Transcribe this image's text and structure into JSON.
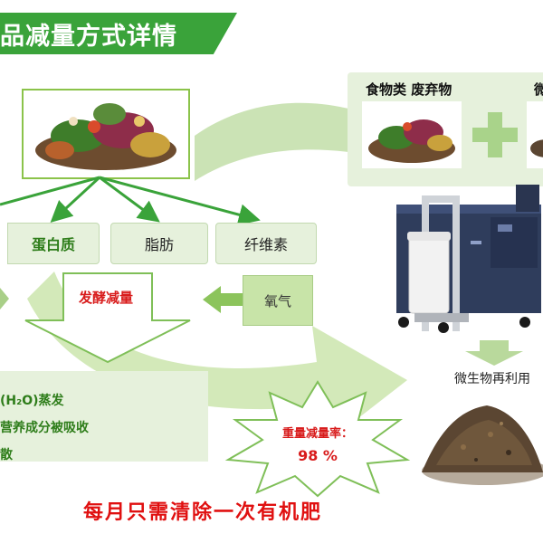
{
  "title": "品减量方式详情",
  "components": {
    "protein": "蛋白质",
    "fat": "脂肪",
    "fiber": "纤维素"
  },
  "process": {
    "fermentation": "发酵减量",
    "oxygen": "氧气"
  },
  "results": [
    "(H₂O)蒸发",
    "营养成分被吸收",
    "散"
  ],
  "reduction": {
    "label": "重量减量率：",
    "value": "98 %"
  },
  "bottom_caption": "每月只需清除一次有机肥",
  "inputs": {
    "food_waste_label": "食物类 废弃物",
    "microbe_label_partial": "微"
  },
  "output_label": "微生物再利用",
  "colors": {
    "brand_green": "#3aa33a",
    "light_green": "#e6f1dc",
    "arrow_green": "#b9d99c",
    "accent_red": "#d81b1b"
  }
}
